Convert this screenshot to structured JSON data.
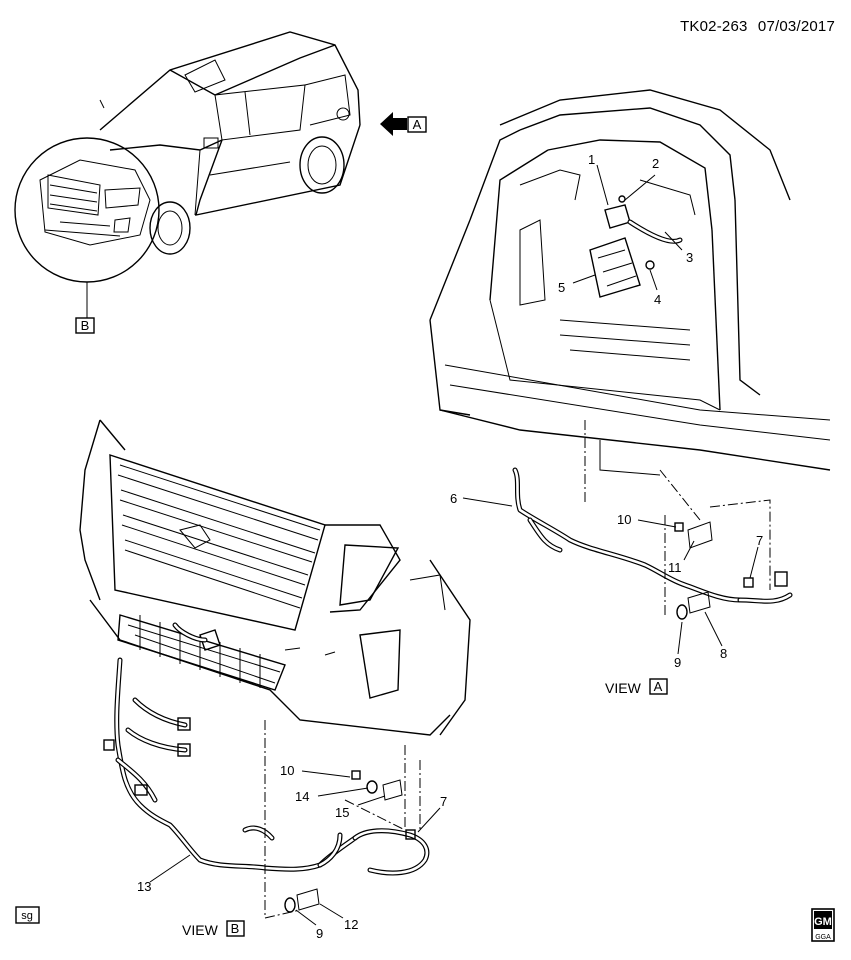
{
  "header": {
    "doc_id": "TK02-263",
    "date": "07/03/2017"
  },
  "view_a": {
    "word": "VIEW",
    "letter": "A"
  },
  "view_b": {
    "word": "VIEW",
    "letter": "B"
  },
  "arrow_marker": {
    "letter": "A"
  },
  "circle_marker": {
    "letter": "B"
  },
  "corner_left": "sg",
  "logo": {
    "top": "GM",
    "bottom": "GGA"
  },
  "callouts_upper": [
    {
      "label": "1"
    },
    {
      "label": "2"
    },
    {
      "label": "3"
    },
    {
      "label": "4"
    },
    {
      "label": "5"
    },
    {
      "label": "6"
    },
    {
      "label": "10"
    },
    {
      "label": "11"
    },
    {
      "label": "7"
    },
    {
      "label": "8"
    },
    {
      "label": "9"
    }
  ],
  "callouts_lower": [
    {
      "label": "10"
    },
    {
      "label": "14"
    },
    {
      "label": "15"
    },
    {
      "label": "7"
    },
    {
      "label": "13"
    },
    {
      "label": "12"
    },
    {
      "label": "9"
    }
  ]
}
